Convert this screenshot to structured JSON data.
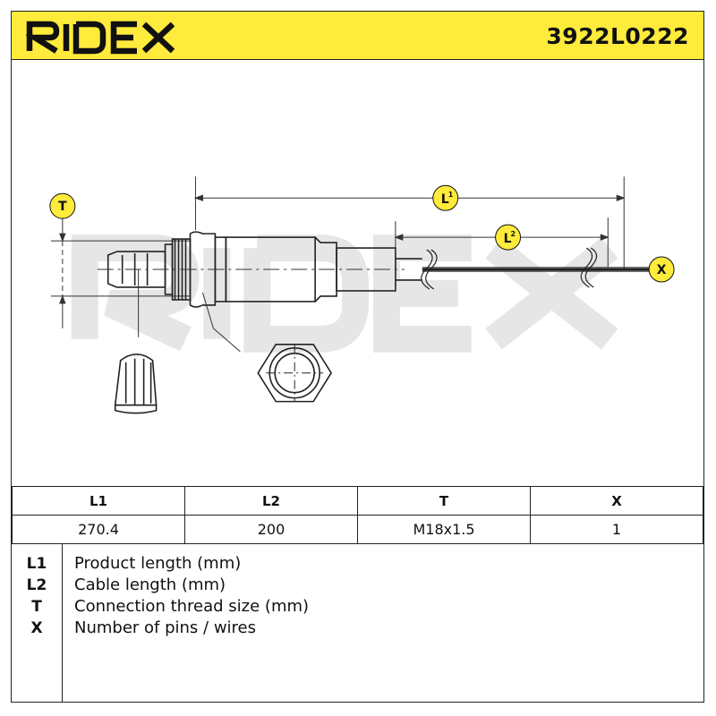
{
  "header": {
    "brand": "RIDEX",
    "part_number": "3922L0222",
    "brand_color": "#ffeb3b"
  },
  "drawing": {
    "watermark": "RIDEX",
    "labels": {
      "l1": "L",
      "l1_sup": "1",
      "l2": "L",
      "l2_sup": "2",
      "t": "T",
      "x": "X"
    }
  },
  "spec_table": {
    "headers": [
      "L1",
      "L2",
      "T",
      "X"
    ],
    "values": [
      "270.4",
      "200",
      "M18x1.5",
      "1"
    ]
  },
  "legend": [
    {
      "key": "L1",
      "desc": "Product length (mm)"
    },
    {
      "key": "L2",
      "desc": "Cable length (mm)"
    },
    {
      "key": "T",
      "desc": "Connection thread size (mm)"
    },
    {
      "key": "X",
      "desc": "Number of pins / wires"
    }
  ]
}
